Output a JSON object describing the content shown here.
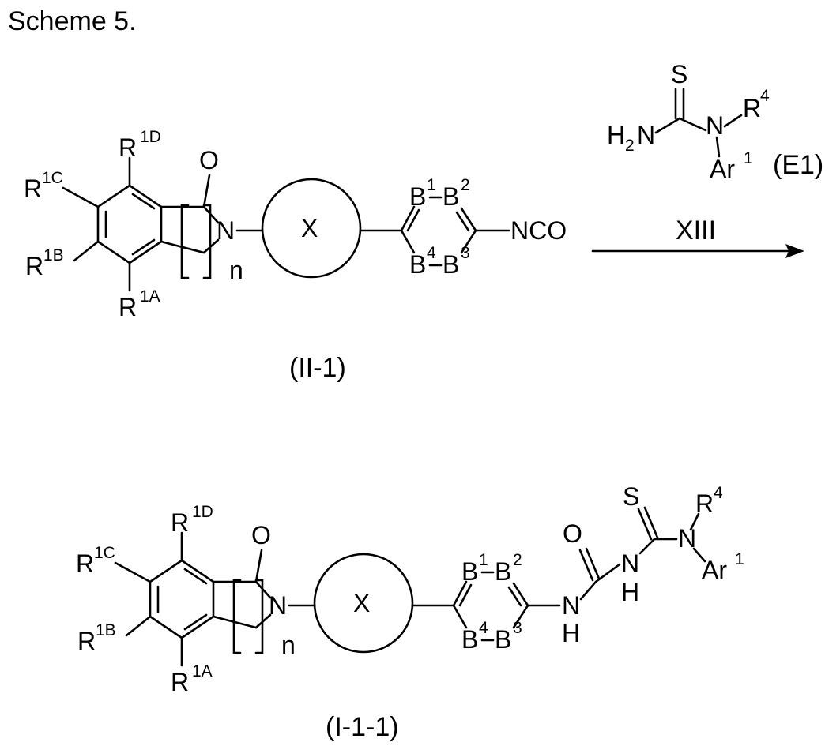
{
  "title": "Scheme 5.",
  "reagent": {
    "label": "(E1)",
    "atoms": {
      "S": "S",
      "H2N_H": "H",
      "H2N_2": "2",
      "H2N_N": "N",
      "N": "N",
      "R": "R",
      "R_sup": "4",
      "Ar": "Ar",
      "Ar_sup": "1"
    }
  },
  "step": {
    "label": "XIII"
  },
  "start": {
    "label": "(II-1)",
    "atoms": {
      "R1D": "R",
      "R1D_sup": "1D",
      "R1C": "R",
      "R1C_sup": "1C",
      "R1B": "R",
      "R1B_sup": "1B",
      "R1A": "R",
      "R1A_sup": "1A",
      "O": "O",
      "N": "N",
      "n": "n",
      "X": "X",
      "B1": "B",
      "B1_sup": "1",
      "B2": "B",
      "B2_sup": "2",
      "B3": "B",
      "B3_sup": "3",
      "B4": "B",
      "B4_sup": "4",
      "NCO": "NCO"
    }
  },
  "product": {
    "label": "(I-1-1)",
    "atoms": {
      "R1D": "R",
      "R1D_sup": "1D",
      "R1C": "R",
      "R1C_sup": "1C",
      "R1B": "R",
      "R1B_sup": "1B",
      "R1A": "R",
      "R1A_sup": "1A",
      "O": "O",
      "N": "N",
      "n": "n",
      "X": "X",
      "B1": "B",
      "B1_sup": "1",
      "B2": "B",
      "B2_sup": "2",
      "B3": "B",
      "B3_sup": "3",
      "B4": "B",
      "B4_sup": "4",
      "O2": "O",
      "NH1_N": "N",
      "NH1_H": "H",
      "NH2_N": "N",
      "NH2_H": "H",
      "S": "S",
      "N2": "N",
      "R4": "R",
      "R4_sup": "4",
      "Ar": "Ar",
      "Ar_sup": "1"
    }
  }
}
